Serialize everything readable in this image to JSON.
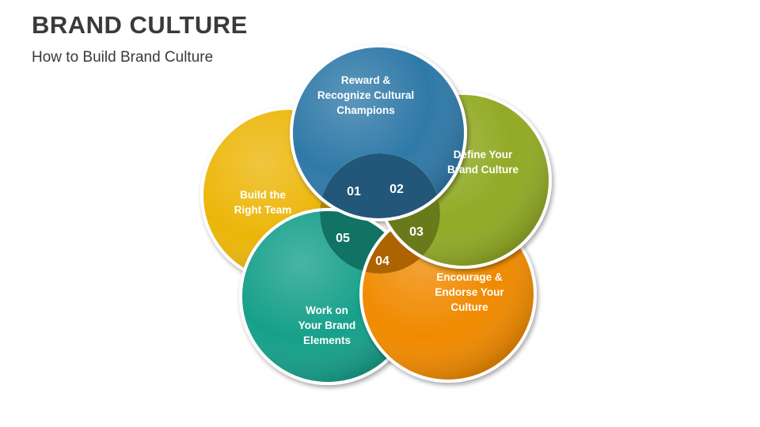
{
  "title": "BRAND CULTURE",
  "subtitle": "How to Build Brand Culture",
  "steps": [
    {
      "number": "01",
      "lines": [
        "Reward &",
        "Recognize Cultural",
        "Champions"
      ],
      "color": "#2f79a8"
    },
    {
      "number": "02",
      "lines": [
        "Define Your",
        "Brand Culture"
      ],
      "color": "#92aa25"
    },
    {
      "number": "03",
      "lines": [
        "Encourage &",
        "Endorse Your",
        "Culture"
      ],
      "color": "#f08a00"
    },
    {
      "number": "04",
      "lines": [
        "Work on",
        "Your Brand",
        "Elements"
      ],
      "color": "#16a08a"
    },
    {
      "number": "05",
      "lines": [
        "Build the",
        "Right Team"
      ],
      "color": "#ecb609"
    }
  ]
}
